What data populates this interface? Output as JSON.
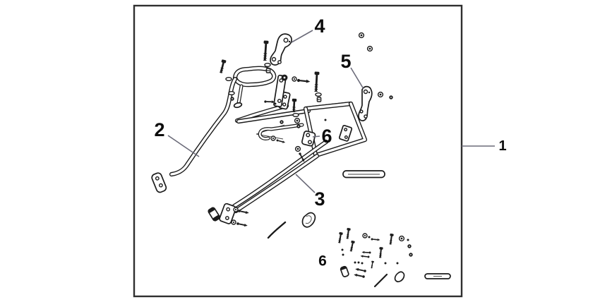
{
  "figure": {
    "type": "exploded-parts-diagram",
    "background_color": "#ffffff",
    "border_color": "#2f2f2f",
    "line_color": "#1b1b1b",
    "leader_color": "#6b6b79",
    "callouts": [
      {
        "label": "1"
      },
      {
        "label": "2"
      },
      {
        "label": "3"
      },
      {
        "label": "4"
      },
      {
        "label": "5"
      },
      {
        "label": "6"
      },
      {
        "label": "6"
      }
    ]
  }
}
